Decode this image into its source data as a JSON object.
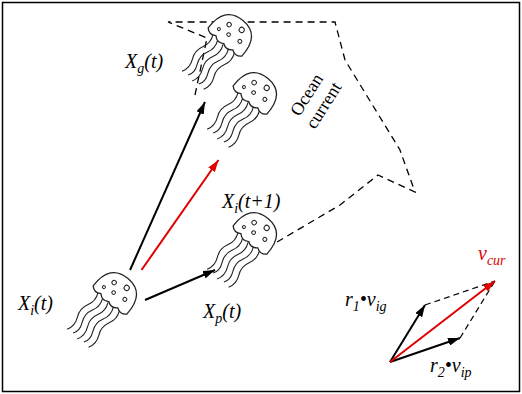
{
  "diagram": {
    "nodes": [
      {
        "text": [
          "Xg(t)"
        ]
      },
      {
        "text": [
          "Xi(t+1)"
        ]
      },
      {
        "text": [
          "Xp(t)"
        ]
      },
      {
        "text": [
          "Xi(t)"
        ]
      }
    ],
    "edges": [
      {
        "from": 3,
        "to": 0,
        "arrow": "to"
      },
      {
        "from": 3,
        "to": 1,
        "arrow": "to"
      },
      {
        "from": 3,
        "to": 2,
        "arrow": "to"
      }
    ],
    "labels": [
      "Ocean current",
      "vcur",
      "r1•vig",
      "r2•vip"
    ]
  }
}
